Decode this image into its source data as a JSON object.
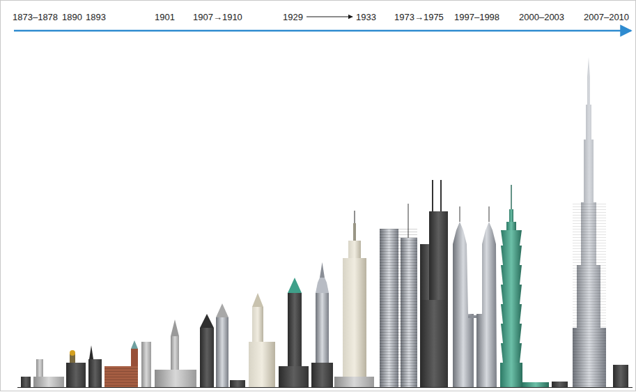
{
  "diagram": {
    "labels": [
      "1873–1878",
      "1890",
      "1893",
      "1901",
      "1907→1910",
      "1929",
      "1933",
      "1973→1975",
      "1997–1998",
      "2000–2003",
      "2007–2010"
    ]
  }
}
